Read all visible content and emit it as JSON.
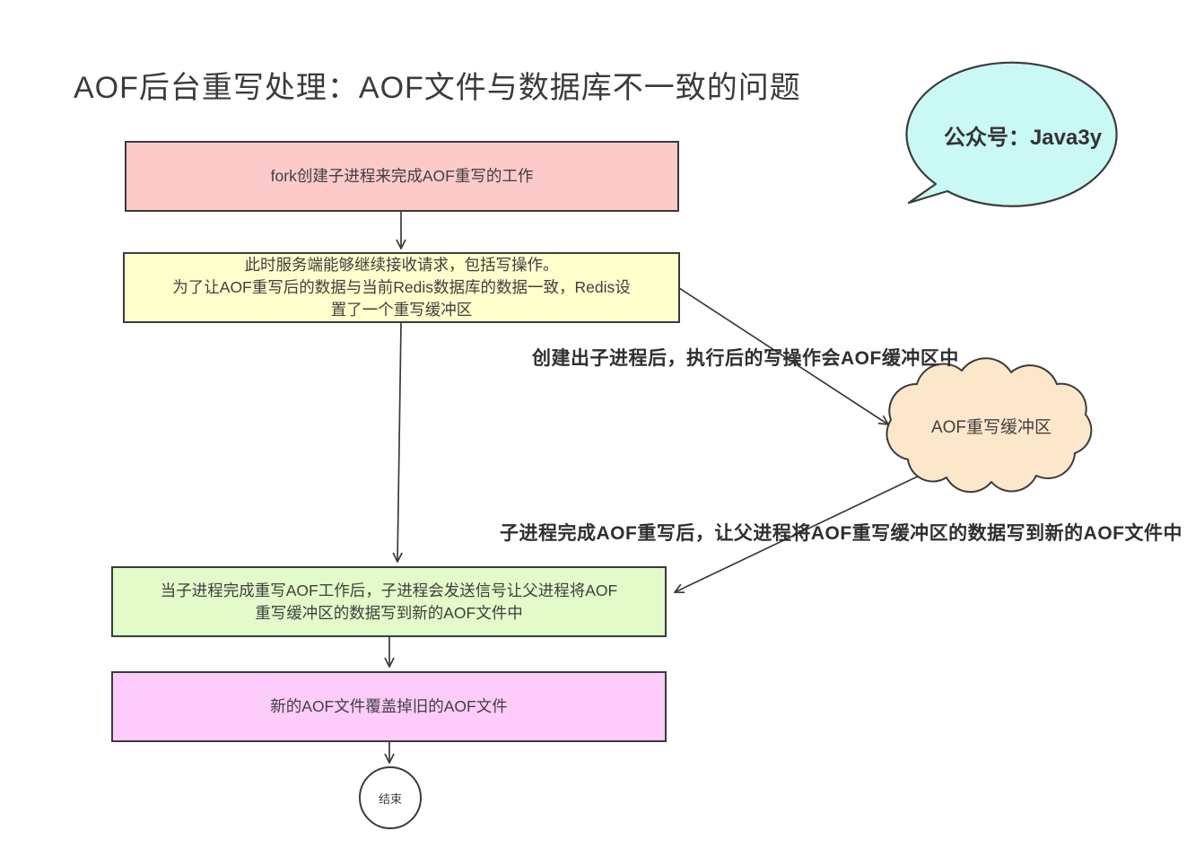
{
  "title": "AOF后台重写处理：AOF文件与数据库不一致的问题",
  "speech_bubble": {
    "text": "公众号：Java3y",
    "fill": "#c9f8f5"
  },
  "cloud": {
    "text": "AOF重写缓冲区",
    "fill": "#fde7cb"
  },
  "nodes": {
    "step1": {
      "text": "fork创建子进程来完成AOF重写的工作",
      "fill": "#fdcaca"
    },
    "step2": {
      "lines": [
        "此时服务端能够继续接收请求，包括写操作。",
        "为了让AOF重写后的数据与当前Redis数据库的数据一致，Redis设",
        "置了一个重写缓冲区"
      ],
      "fill": "#ffffcc"
    },
    "step3": {
      "lines": [
        "当子进程完成重写AOF工作后，子进程会发送信号让父进程将AOF",
        "重写缓冲区的数据写到新的AOF文件中"
      ],
      "fill": "#e2fbc9"
    },
    "step4": {
      "text": "新的AOF文件覆盖掉旧的AOF文件",
      "fill": "#fdccfb"
    },
    "end": {
      "text": "结束",
      "fill": "#ffffff"
    }
  },
  "edge_labels": {
    "to_buffer": "创建出子进程后，执行后的写操作会AOF缓冲区中",
    "from_buffer": "子进程完成AOF重写后，让父进程将AOF重写缓冲区的数据写到新的AOF文件中"
  },
  "colors": {
    "line": "#3b3b3b",
    "text": "#3f3f3f"
  }
}
